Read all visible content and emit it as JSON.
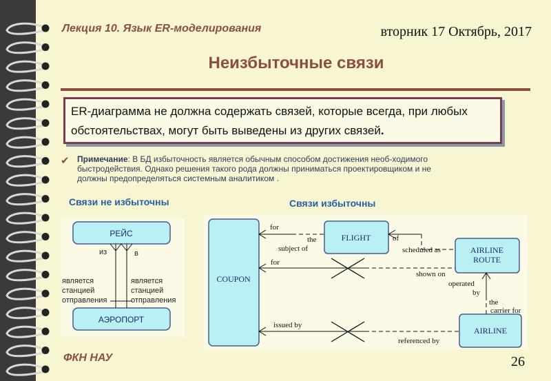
{
  "header": {
    "lecture": "Лекция 10.  Язык ER-моделирования",
    "date": "вторник 17 Октябрь, 2017",
    "title": "Неизбыточные связи"
  },
  "main_statement": {
    "text": "ER-диаграмма не должна содержать связей, которые всегда, при любых обстоятельствах, могут быть выведены из других связей",
    "end": "."
  },
  "note": {
    "label": "Примечание",
    "text": ": В БД избыточность является обычным способом достижения необ-ходимого быстродействия. Однако решения такого рода должны приниматься проектировщиком и не должны  предопределяться системным аналитиком ."
  },
  "left_diagram": {
    "title": "Связи не избыточны",
    "entity_top": "РЕЙС",
    "entity_bottom": "АЭРОПОРТ",
    "label_iz": "из",
    "label_v": "в",
    "role_left": [
      "является",
      "станцией",
      "отправления"
    ],
    "role_right": [
      "является",
      "станцией",
      "отправления"
    ]
  },
  "right_diagram": {
    "title": "Связи  избыточны",
    "entities": {
      "coupon": "COUPON",
      "flight": "FLIGHT",
      "airline_route": [
        "AIRLINE",
        "ROUTE"
      ],
      "airline": "AIRLINE"
    },
    "labels": {
      "for1": "for",
      "the_subject_of": [
        "the",
        "subject of"
      ],
      "of": "of",
      "scheduled_as": "scheduled as",
      "for2": "for",
      "shown_on": "shown on",
      "operated_by": [
        "operated",
        "by"
      ],
      "the_carrier_for": [
        "the",
        "carrier for"
      ],
      "issued_by": "issued by",
      "referenced_by": "referenced by"
    }
  },
  "footer": {
    "org": "ФКН НАУ",
    "page": "26"
  }
}
